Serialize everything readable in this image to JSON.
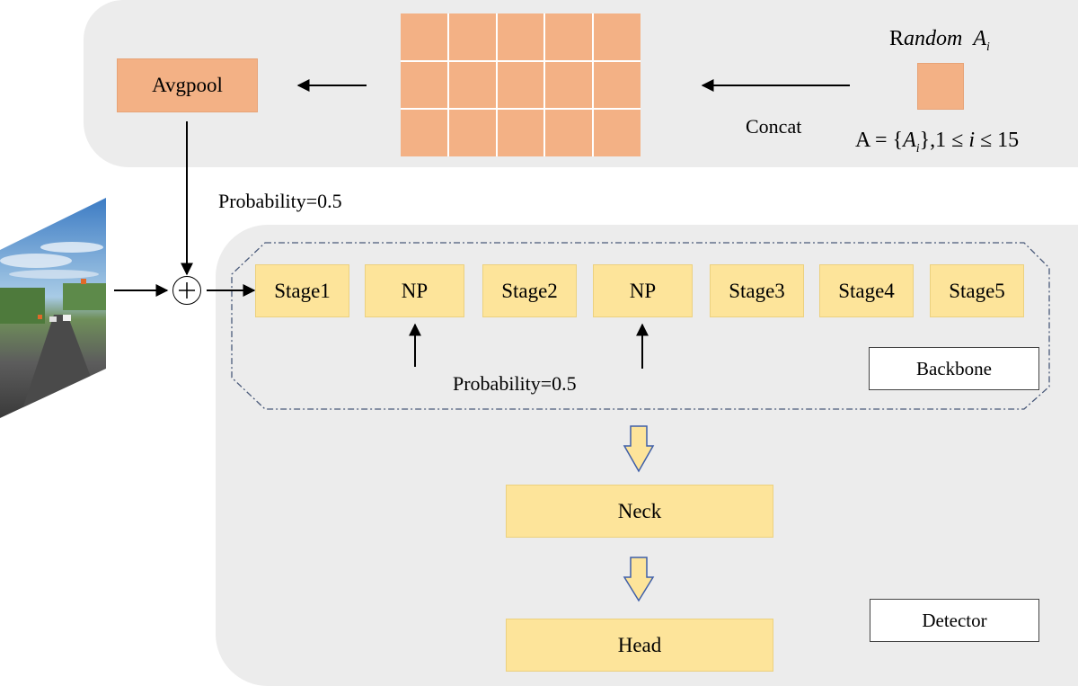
{
  "augmentation": {
    "avgpool_label": "Avgpool",
    "random_word_first": "R",
    "random_word_rest": "andom",
    "random_var": "A",
    "random_var_sub": "i",
    "concat_label": "Concat",
    "set_prefix": "A = {",
    "set_var": "A",
    "set_var_sub": "i",
    "set_suffix": "},1 ≤ ",
    "set_i": "i",
    "set_tail": " ≤ 15",
    "grid_rows": 3,
    "grid_cols": 5,
    "probability_label": "Probability=0.5"
  },
  "detector": {
    "stages": [
      "Stage1",
      "NP",
      "Stage2",
      "NP",
      "Stage3",
      "Stage4",
      "Stage5"
    ],
    "np_probability_label": "Probability=0.5",
    "backbone_label": "Backbone",
    "neck_label": "Neck",
    "head_label": "Head",
    "detector_label": "Detector"
  },
  "fusion_symbol": "⊕",
  "colors": {
    "panel": "#ececec",
    "orange_block": "#f3b185",
    "yellow_block": "#fde49a",
    "hollow_arrow_fill": "#fde49a",
    "hollow_arrow_stroke": "#3f5fa8",
    "backbone_dash": "#4a5a7a"
  }
}
